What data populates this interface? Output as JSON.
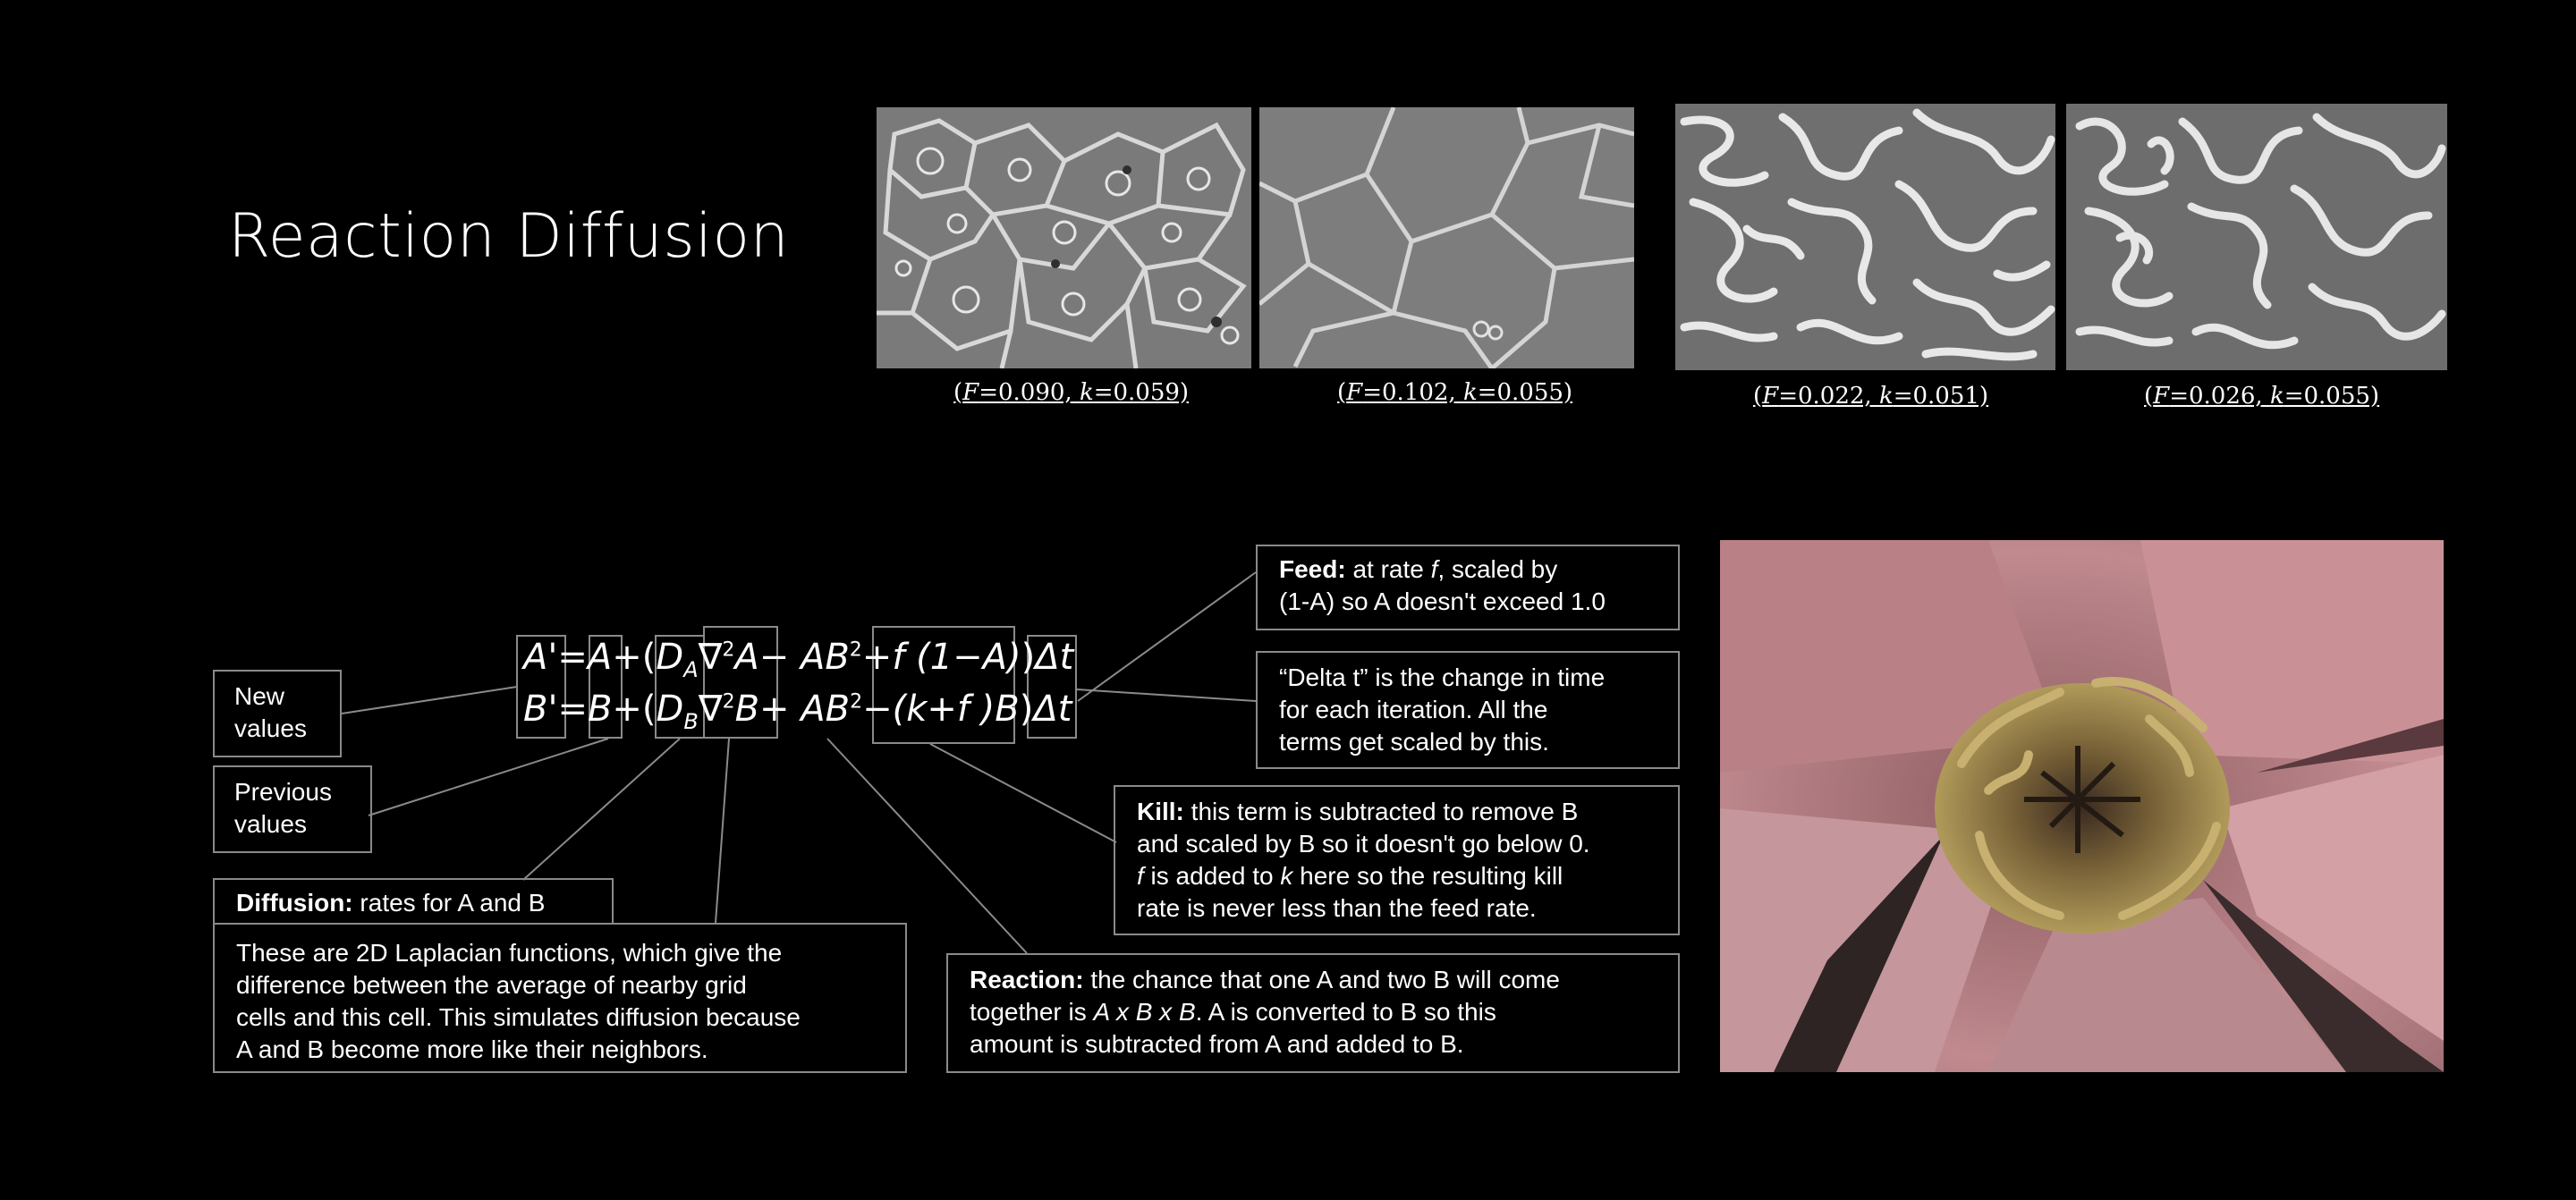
{
  "slide": {
    "title": "Reaction Diffusion"
  },
  "thumbnails": [
    {
      "F": "0.090",
      "k": "0.059",
      "caption_prefix": "(",
      "caption_f": "F",
      "caption_mid": "=0.090, ",
      "caption_k": "k",
      "caption_end": "=0.059)",
      "pattern": "spots-cells"
    },
    {
      "F": "0.102",
      "k": "0.055",
      "caption_prefix": "(",
      "caption_f": "F",
      "caption_mid": "=0.102, ",
      "caption_k": "k",
      "caption_end": "=0.055)",
      "pattern": "large-cells"
    },
    {
      "F": "0.022",
      "k": "0.051",
      "caption_prefix": "(",
      "caption_f": "F",
      "caption_mid": "=0.022, ",
      "caption_k": "k",
      "caption_end": "=0.051)",
      "pattern": "labyrinth"
    },
    {
      "F": "0.026",
      "k": "0.055",
      "caption_prefix": "(",
      "caption_f": "F",
      "caption_mid": "=0.026, ",
      "caption_k": "k",
      "caption_end": "=0.055)",
      "pattern": "labyrinth"
    }
  ],
  "equations": {
    "row1": {
      "lhs": "A'",
      "eq": "=",
      "prev": "A",
      "plus": "+(",
      "D": "D",
      "Dsub": "A",
      "lap": "∇",
      "lapsup": "2",
      "lapvar": "A",
      "react": "− AB",
      "reactsup": "2",
      "feed": "+f (1−A)",
      "close": ")",
      "dt": "Δt"
    },
    "row2": {
      "lhs": "B'",
      "eq": "=",
      "prev": "B",
      "plus": "+(",
      "D": "D",
      "Dsub": "B",
      "lap": "∇",
      "lapsup": "2",
      "lapvar": "B",
      "react": "+ AB",
      "reactsup": "2",
      "feed": "−(k+f )B",
      "close": ")",
      "dt": "Δt"
    }
  },
  "labels": {
    "new_values": {
      "line1": "New",
      "line2": "values"
    },
    "previous_values": {
      "line1": "Previous",
      "line2": "values"
    },
    "diffusion_head": {
      "bold": "Diffusion:",
      "text": " rates for A and B"
    },
    "diffusion_body": [
      "These are 2D Laplacian functions, which give the",
      "difference between the average of nearby grid",
      "cells and this cell. This simulates diffusion because",
      "A and B become more like their neighbors."
    ],
    "feed": {
      "bold": "Feed:",
      "t1": " at rate ",
      "f": "f",
      "t2": ", scaled by",
      "line2": "(1-A) so A doesn't exceed 1.0"
    },
    "delta_t": [
      "“Delta t” is the change in time",
      "for each iteration. All the",
      "terms get scaled by this."
    ],
    "kill": {
      "bold": "Kill:",
      "l1": " this term is subtracted to remove B",
      "l2": "and scaled by B so it doesn't go below 0.",
      "l3f": "f",
      "l3a": " is added to ",
      "l3k": "k",
      "l3b": " here so the resulting kill",
      "l4": "rate is never less than the feed rate."
    },
    "reaction": {
      "bold": "Reaction:",
      "l1": " the chance that one A and two B will come",
      "l2a": "together is ",
      "l2i": "A x B x B",
      "l2b": ".  A is converted to B so this",
      "l3": "amount is subtracted from A and added to B."
    }
  },
  "photo": {
    "subject": "pink flower with reaction-diffusion pattern on stamen"
  },
  "colors": {
    "background": "#000000",
    "text": "#ffffff",
    "border": "#8a8a8a",
    "petal": "#c98f93"
  }
}
